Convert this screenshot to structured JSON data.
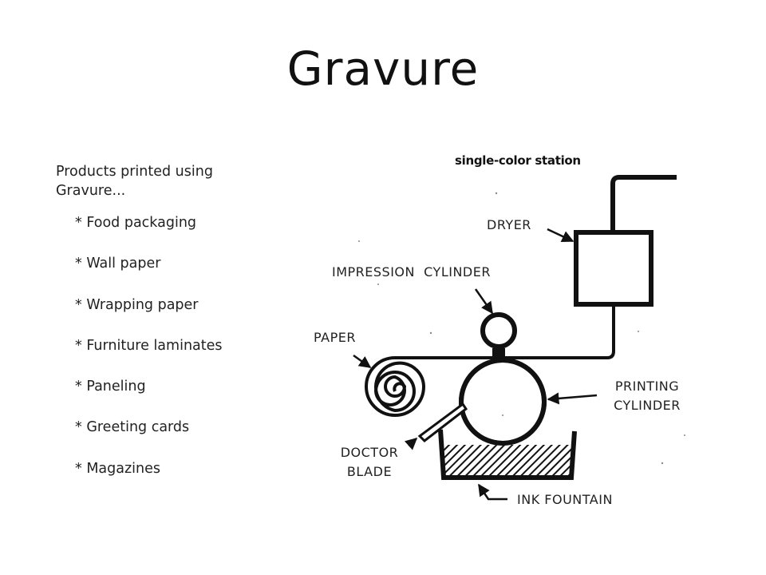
{
  "slide": {
    "title": "Gravure",
    "intro": "Products printed using Gravure...",
    "bullets": [
      "* Food packaging",
      "* Wall paper",
      "* Wrapping paper",
      "* Furniture laminates",
      "* Paneling",
      "* Greeting cards",
      "* Magazines"
    ]
  },
  "diagram": {
    "caption": "single-color station",
    "labels": {
      "dryer": "DRYER",
      "impression_cylinder": "IMPRESSION  CYLINDER",
      "paper": "PAPER",
      "printing_cylinder_line1": "PRINTING",
      "printing_cylinder_line2": "CYLINDER",
      "doctor_blade_line1": "DOCTOR",
      "doctor_blade_line2": "BLADE",
      "ink_fountain": "INK FOUNTAIN"
    },
    "colors": {
      "ink": "#111111",
      "background": "#ffffff"
    }
  }
}
